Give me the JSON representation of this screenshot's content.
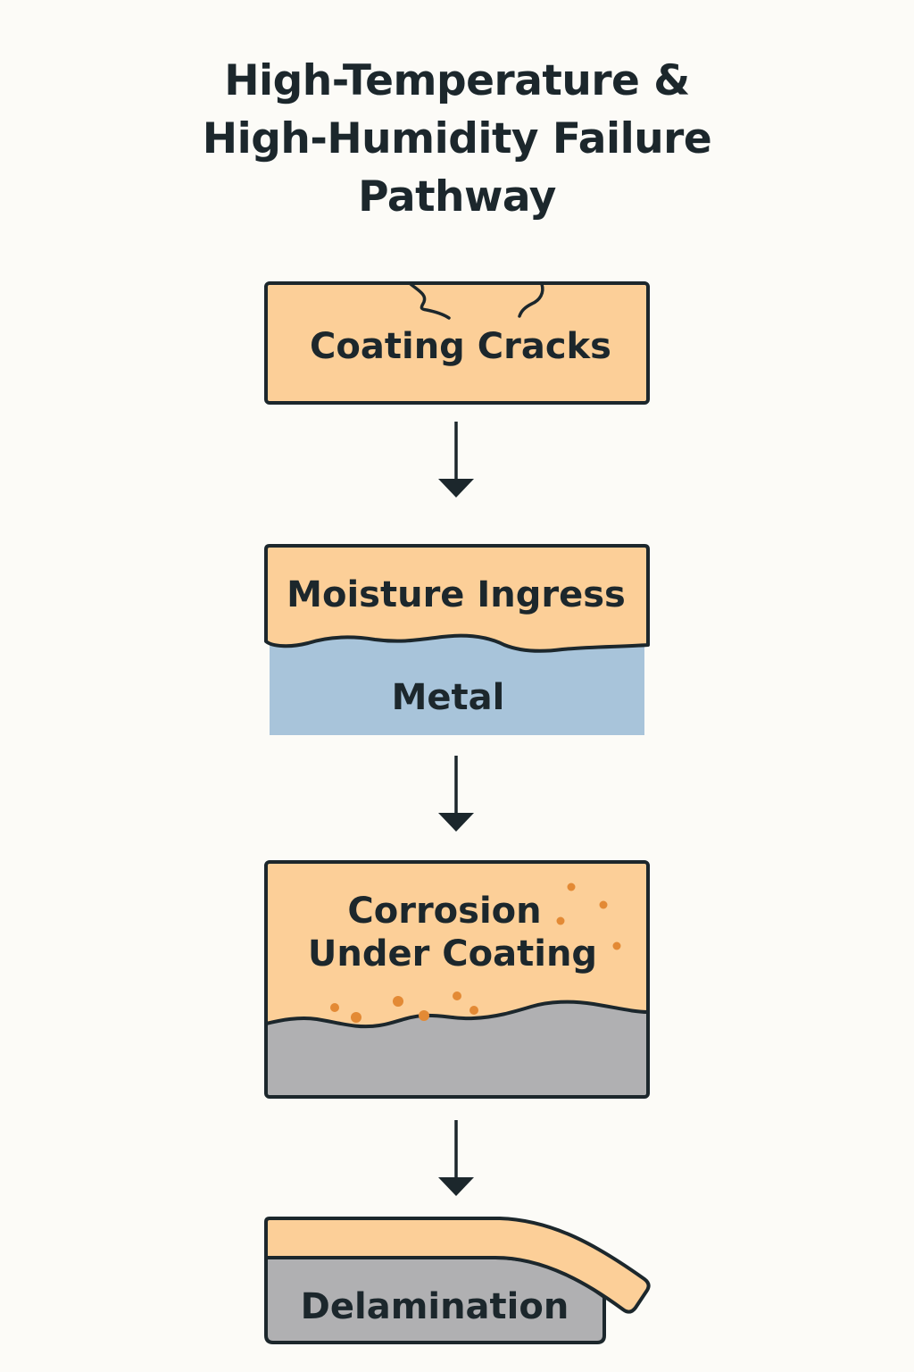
{
  "title": {
    "lines": [
      "High-Temperature &",
      "High-Humidity Failure",
      "Pathway"
    ]
  },
  "steps": [
    {
      "label": "Coating Cracks",
      "layers": [
        "coating"
      ]
    },
    {
      "label": "Moisture Ingress",
      "sublabel": "Metal",
      "layers": [
        "coating",
        "metal"
      ]
    },
    {
      "label_lines": [
        "Corrosion",
        "Under Coating"
      ],
      "layers": [
        "coating",
        "corroded-substrate"
      ]
    },
    {
      "label": "Delamination",
      "layers": [
        "lifted-coating",
        "substrate"
      ]
    }
  ],
  "arrows": [
    "down-arrow",
    "down-arrow",
    "down-arrow"
  ],
  "colors": {
    "background": "#FCFBF7",
    "coating": "#FCCF98",
    "metal": "#A8C4DA",
    "substrate": "#B0B0B2",
    "outline": "#1C272C",
    "corrosion_dots": "#E38A35"
  }
}
